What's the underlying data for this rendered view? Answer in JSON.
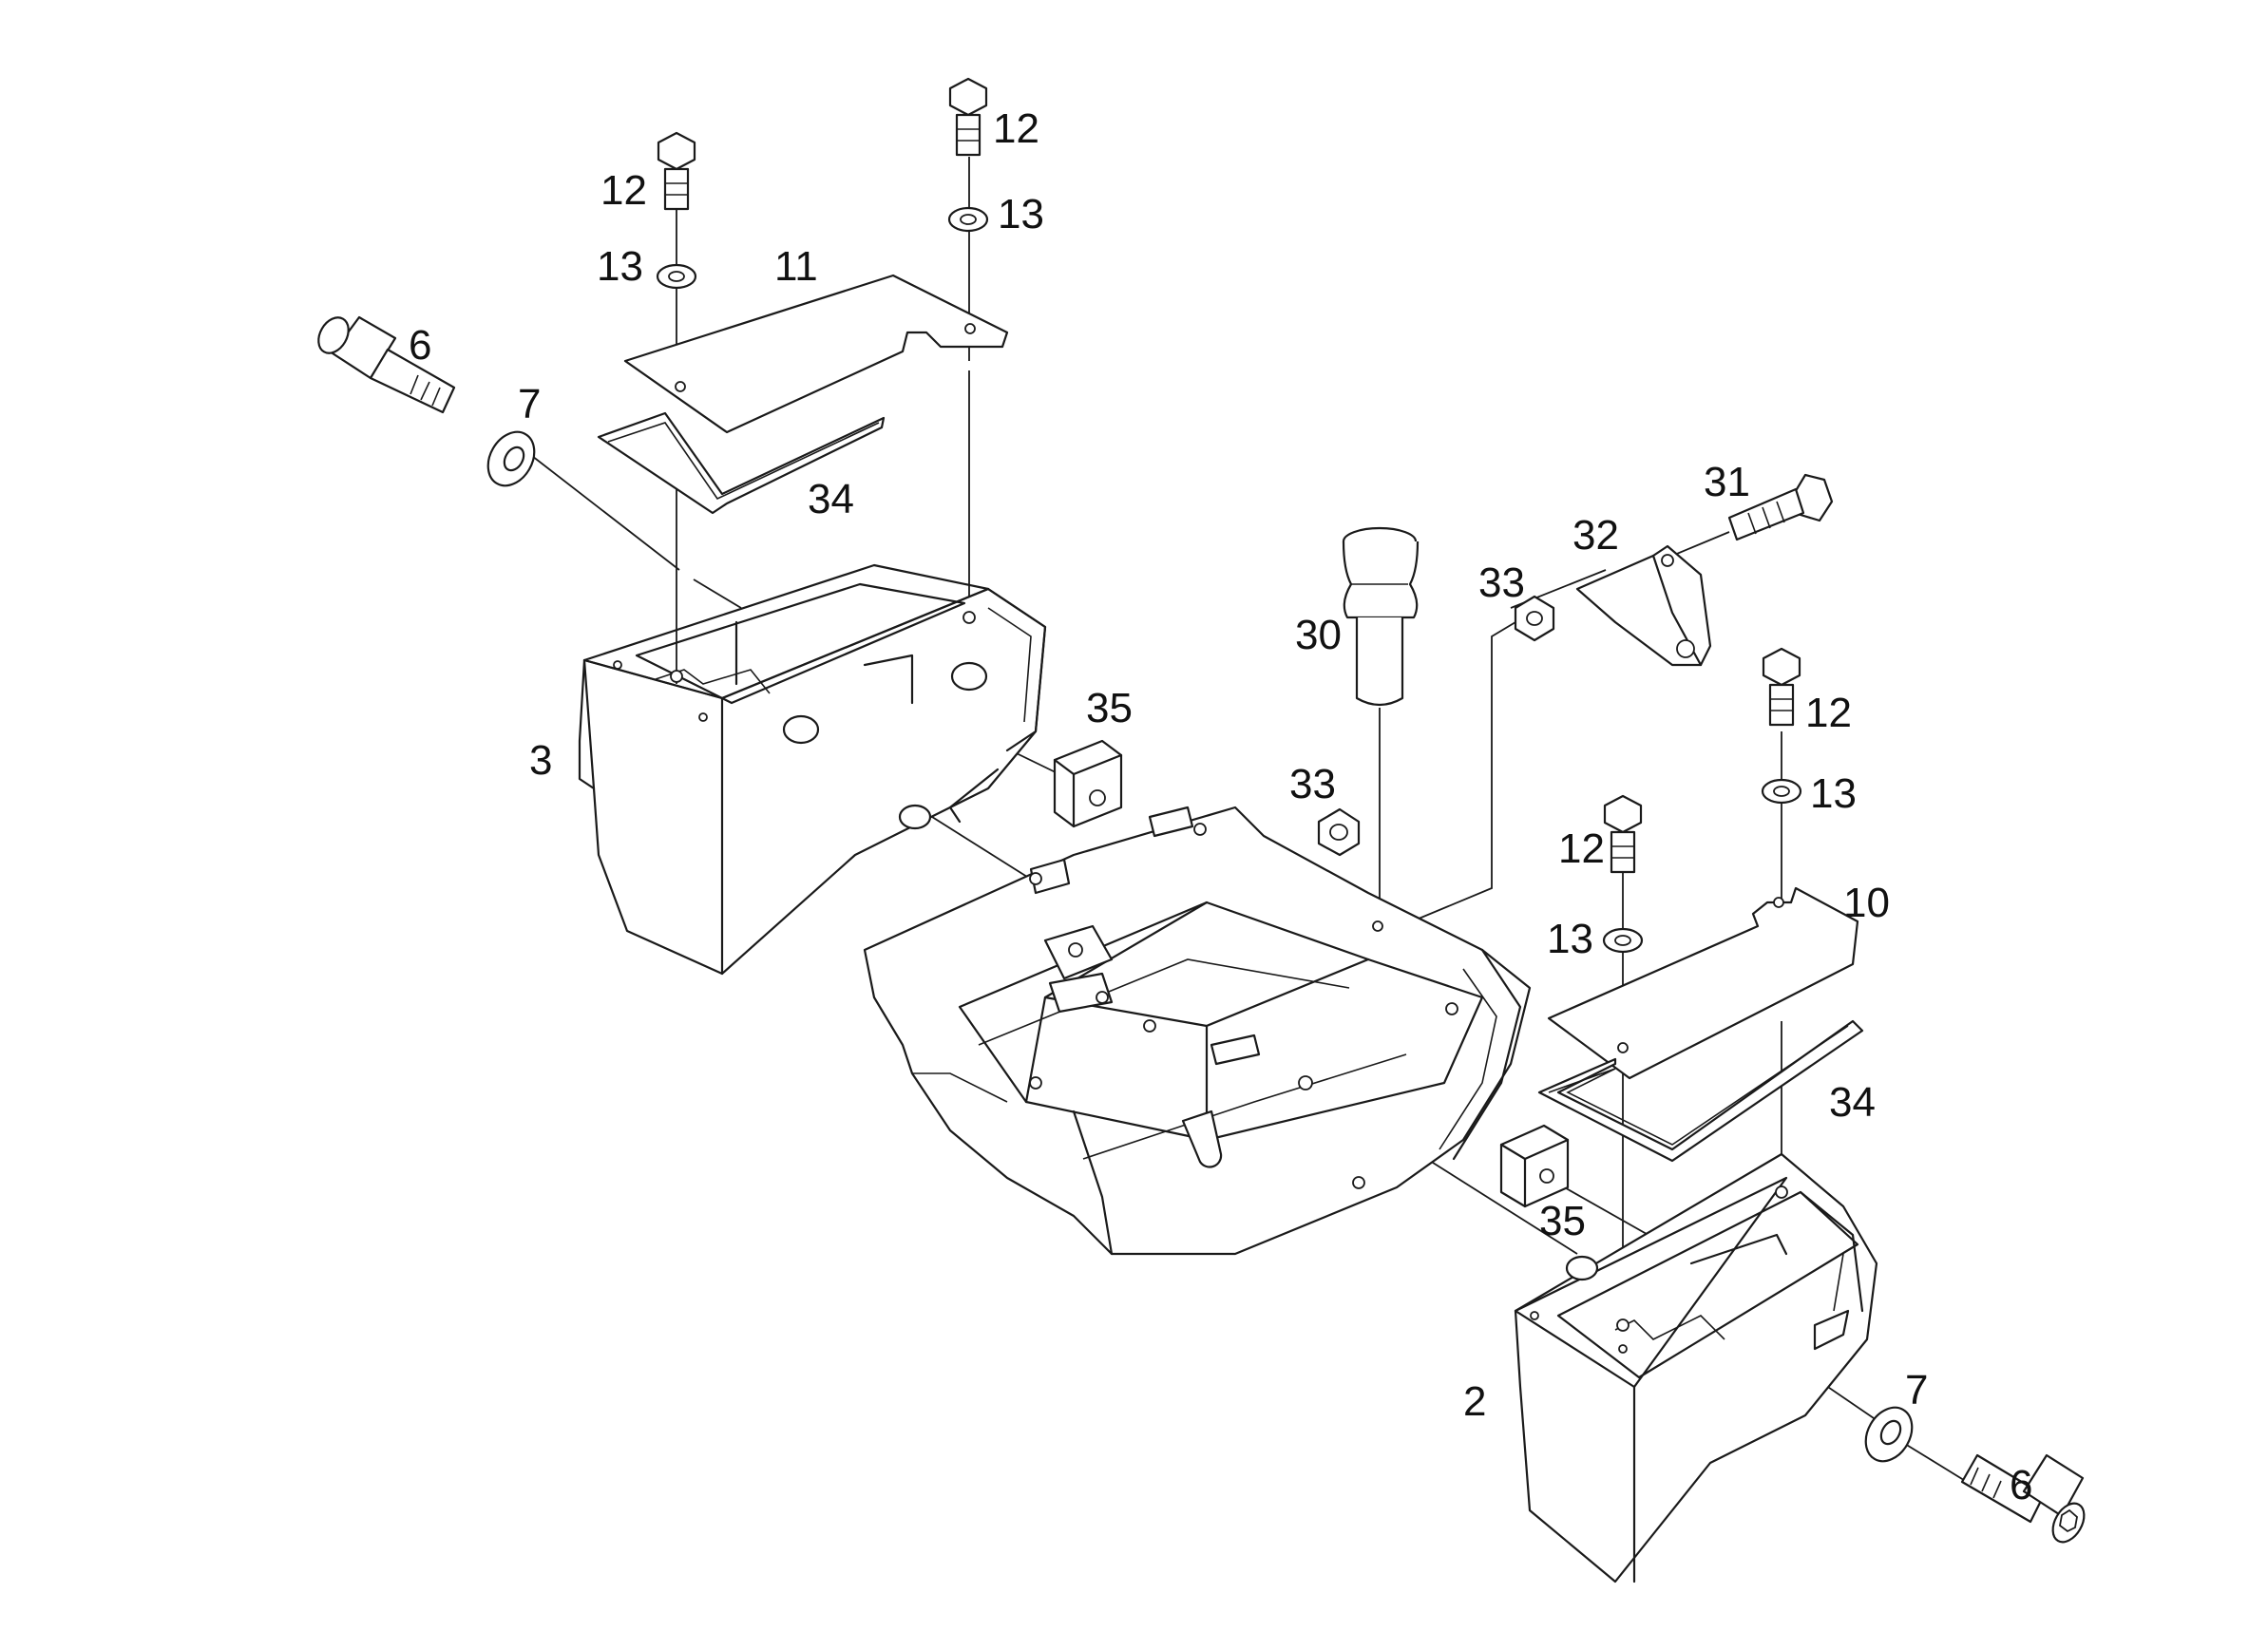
{
  "callouts": {
    "c2": "2",
    "c3": "3",
    "c6_left": "6",
    "c6_right": "6",
    "c7_left": "7",
    "c7_right": "7",
    "c10": "10",
    "c11": "11",
    "c12_a": "12",
    "c12_b": "12",
    "c12_c": "12",
    "c12_d": "12",
    "c13_a": "13",
    "c13_b": "13",
    "c13_c": "13",
    "c13_d": "13",
    "c30": "30",
    "c31": "31",
    "c32": "32",
    "c33_a": "33",
    "c33_b": "33",
    "c34_left": "34",
    "c34_right": "34",
    "c35_left": "35",
    "c35_right": "35"
  },
  "colors": {
    "line": "#1a1a1a",
    "background": "#ffffff"
  }
}
